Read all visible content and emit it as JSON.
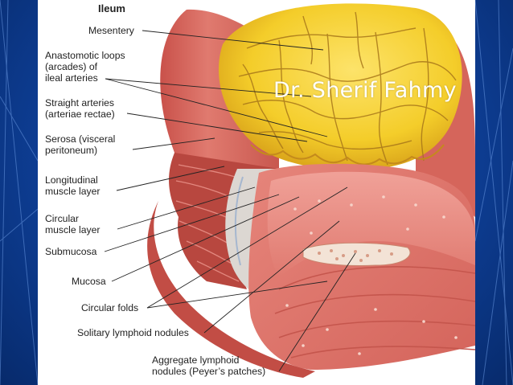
{
  "figure": {
    "title": "Ileum",
    "labels": [
      {
        "id": "mesentery",
        "lines": [
          "Mesentery"
        ]
      },
      {
        "id": "anastomotic-loops",
        "lines": [
          "Anastomotic loops",
          "(arcades) of",
          "ileal arteries"
        ]
      },
      {
        "id": "straight-arteries",
        "lines": [
          "Straight arteries",
          "(arteriae rectae)"
        ]
      },
      {
        "id": "serosa",
        "lines": [
          "Serosa (visceral",
          "peritoneum)"
        ]
      },
      {
        "id": "longitudinal-muscle",
        "lines": [
          "Longitudinal",
          "muscle layer"
        ]
      },
      {
        "id": "circular-muscle",
        "lines": [
          "Circular",
          "muscle layer"
        ]
      },
      {
        "id": "submucosa",
        "lines": [
          "Submucosa"
        ]
      },
      {
        "id": "mucosa",
        "lines": [
          "Mucosa"
        ]
      },
      {
        "id": "circular-folds",
        "lines": [
          "Circular folds"
        ]
      },
      {
        "id": "solitary-nodules",
        "lines": [
          "Solitary lymphoid nodules"
        ]
      },
      {
        "id": "aggregate-nodules",
        "lines": [
          "Aggregate lymphoid",
          "nodules (Peyer’s patches)"
        ]
      }
    ]
  },
  "watermark": "Dr. Sherif Fahmy",
  "colors": {
    "slide_background": "#0e3f97",
    "mesentery_fat": "#f4cd2a",
    "intestine_wall": "#d9695f",
    "mucosa": "#e88980",
    "label_text": "#222222",
    "watermark_text": "#ffffff"
  }
}
